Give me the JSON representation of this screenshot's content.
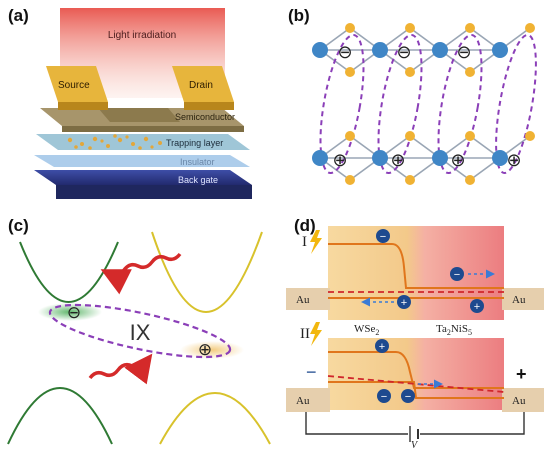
{
  "panels": {
    "a": {
      "label": "(a)",
      "light_text": "Light irradiation",
      "source_label": "Source",
      "drain_label": "Drain",
      "semiconductor_label": "Semiconductor",
      "trapping_label": "Trapping layer",
      "insulator_label": "Insulator",
      "gate_label": "Back gate"
    },
    "b": {
      "label": "(b)",
      "minus_symbol": "⊖",
      "plus_symbol": "⊕"
    },
    "c": {
      "label": "(c)",
      "ix_label": "IX",
      "minus_symbol": "⊖",
      "plus_symbol": "⊕"
    },
    "d": {
      "label": "(d)",
      "row1_label": "I",
      "row2_label": "II",
      "au_left": "Au",
      "au_right": "Au",
      "wse2": "WSe",
      "wse2_sub": "2",
      "tani_main": "Ta",
      "tani_sub1": "2",
      "tani_mid": "NiS",
      "tani_sub2": "5",
      "minus_sign": "−",
      "plus_sign": "+",
      "voltage": "V"
    }
  },
  "colors": {
    "light_red": "#e8524a",
    "gold": "#e8a72e",
    "blue_atom": "#3f86c6",
    "purple_dash": "#8b3fb8",
    "green_band": "#2f7a34",
    "yellow_band": "#d8c22c",
    "orange_line": "#e0761c",
    "red_dash": "#d0262b"
  }
}
